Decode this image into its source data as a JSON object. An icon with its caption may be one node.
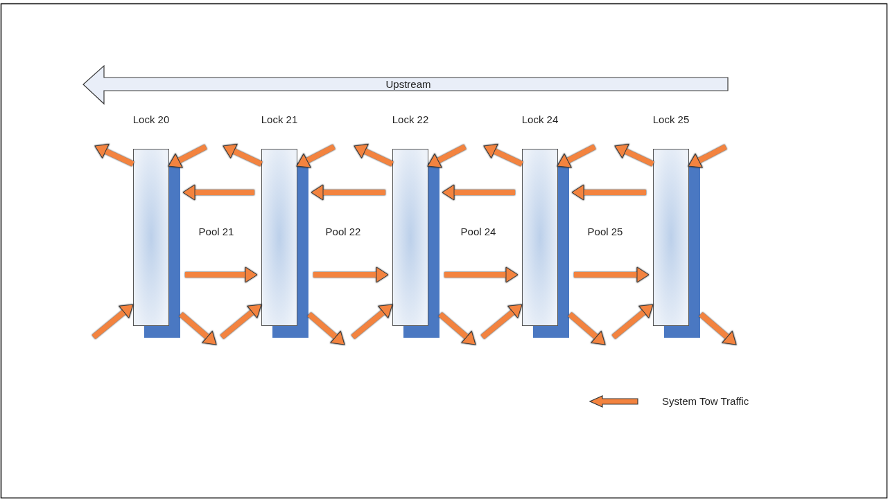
{
  "diagram": {
    "nodes": [
      {
        "text": [
          "Lock 20"
        ]
      },
      {
        "text": [
          "Lock 21"
        ]
      },
      {
        "text": [
          "Lock 22"
        ]
      },
      {
        "text": [
          "Lock 24"
        ]
      },
      {
        "text": [
          "Lock 25"
        ]
      }
    ],
    "edges": [
      {
        "from": 0,
        "to": null,
        "arrow": "to"
      },
      {
        "from": null,
        "to": 0,
        "arrow": "to"
      },
      {
        "from": null,
        "to": 0,
        "arrow": "to"
      },
      {
        "from": 0,
        "to": null,
        "arrow": "to"
      },
      {
        "from": 1,
        "to": null,
        "arrow": "to"
      },
      {
        "from": null,
        "to": 1,
        "arrow": "to"
      },
      {
        "from": null,
        "to": 1,
        "arrow": "to"
      },
      {
        "from": 1,
        "to": null,
        "arrow": "to"
      },
      {
        "from": 2,
        "to": null,
        "arrow": "to"
      },
      {
        "from": null,
        "to": 2,
        "arrow": "to"
      },
      {
        "from": null,
        "to": 2,
        "arrow": "to"
      },
      {
        "from": 2,
        "to": null,
        "arrow": "to"
      },
      {
        "from": 3,
        "to": null,
        "arrow": "to"
      },
      {
        "from": null,
        "to": 3,
        "arrow": "to"
      },
      {
        "from": null,
        "to": 3,
        "arrow": "to"
      },
      {
        "from": 3,
        "to": null,
        "arrow": "to"
      },
      {
        "from": 4,
        "to": null,
        "arrow": "to"
      },
      {
        "from": null,
        "to": 4,
        "arrow": "to"
      },
      {
        "from": null,
        "to": 4,
        "arrow": "to"
      },
      {
        "from": 4,
        "to": null,
        "arrow": "to"
      },
      {
        "from": 1,
        "to": 0,
        "arrow": "to"
      },
      {
        "from": 0,
        "to": 1,
        "arrow": "to"
      },
      {
        "from": 2,
        "to": 1,
        "arrow": "to"
      },
      {
        "from": 1,
        "to": 2,
        "arrow": "to"
      },
      {
        "from": 3,
        "to": 2,
        "arrow": "to"
      },
      {
        "from": 2,
        "to": 3,
        "arrow": "to"
      },
      {
        "from": 4,
        "to": 3,
        "arrow": "to"
      },
      {
        "from": 3,
        "to": 4,
        "arrow": "to"
      }
    ],
    "labels": [
      "Upstream",
      "Pool 21",
      "Pool 22",
      "Pool 24",
      "Pool 25"
    ],
    "legend": [
      {
        "text": "System Tow Traffic"
      }
    ]
  }
}
